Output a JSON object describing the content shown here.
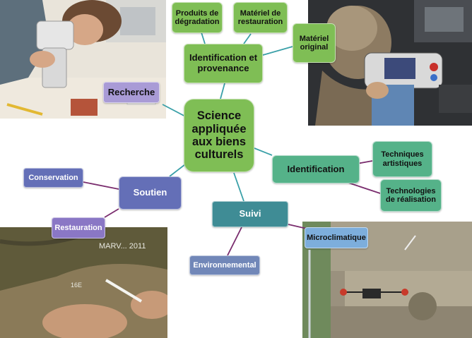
{
  "center": {
    "label": "Science appliquée aux biens culturels"
  },
  "nodes": {
    "recherche": "Recherche",
    "identification_provenance": "Identification et provenance",
    "produits_degradation": "Produits de dégradation",
    "materiel_restauration": "Matériel de restauration",
    "materiel_original": "Matériel original",
    "identification": "Identification",
    "techniques_artistiques": "Techniques artistiques",
    "technologies_realisation": "Technologies de réalisation",
    "suivi": "Suivi",
    "microclimatique": "Microclimatique",
    "environnemental": "Environnemental",
    "soutien": "Soutien",
    "conservation": "Conservation",
    "restauration": "Restauration"
  },
  "colors": {
    "green": "#7fbe55",
    "teal": "#55b289",
    "blue_purple": "#646fb7",
    "purple": "#8a77c5",
    "lavender": "#a99bd6",
    "dark_teal": "#3f8c95",
    "sky": "#7daedc",
    "steel": "#7187b8"
  }
}
